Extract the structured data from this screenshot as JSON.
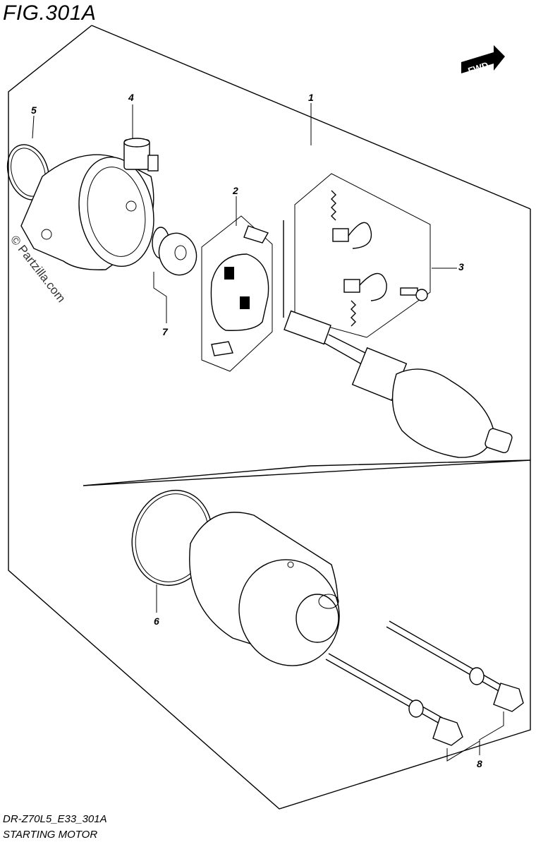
{
  "figure": {
    "title": "FIG.301A",
    "code": "DR-Z70L5_E33_301A",
    "name": "STARTING MOTOR",
    "watermark": "© Partzilla.com",
    "fwd_label": "FWD"
  },
  "callouts": [
    {
      "id": "1",
      "label": "1"
    },
    {
      "id": "2",
      "label": "2"
    },
    {
      "id": "3",
      "label": "3"
    },
    {
      "id": "4",
      "label": "4"
    },
    {
      "id": "5",
      "label": "5"
    },
    {
      "id": "6",
      "label": "6"
    },
    {
      "id": "7",
      "label": "7"
    },
    {
      "id": "8",
      "label": "8"
    }
  ]
}
